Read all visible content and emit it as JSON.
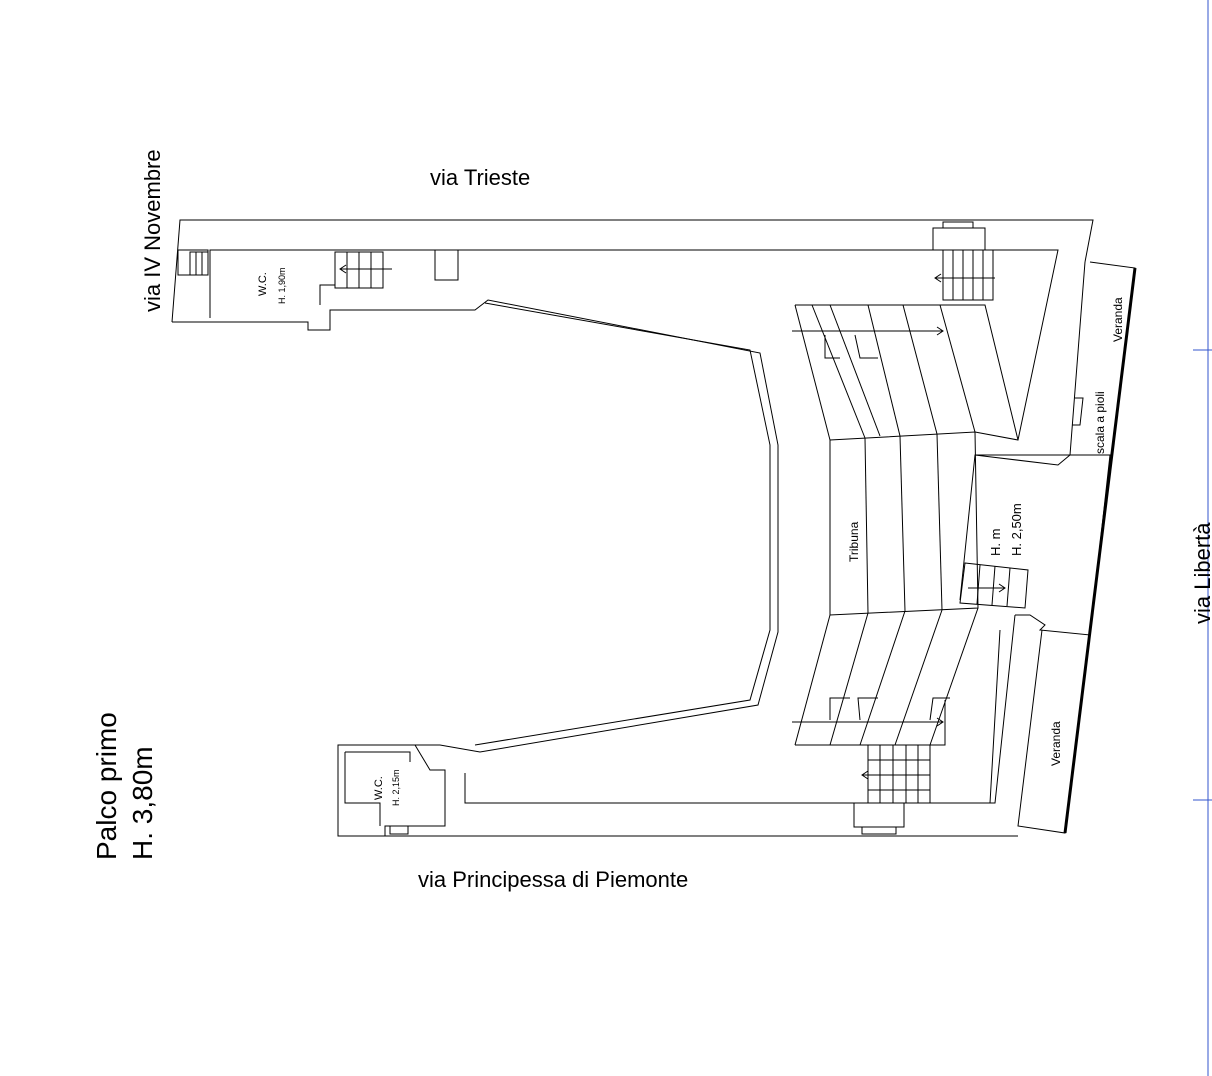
{
  "streets": {
    "top": "via Trieste",
    "left": "via IV Novembre",
    "bottom": "via Principessa di Piemonte",
    "right": "via Libertà"
  },
  "rooms": {
    "wc_top": {
      "label": "W.C.",
      "height": "H. 1,90m"
    },
    "wc_bottom": {
      "label": "W.C.",
      "height": "H. 2,15m"
    },
    "tribuna": "Tribuna",
    "veranda_top": "Veranda",
    "veranda_bottom": "Veranda",
    "scala": "scala a pioli",
    "room_height": "H. 2,50m",
    "room_height_overlap": "H. m"
  },
  "floor": {
    "name": "Palco primo",
    "height": "H. 3,80m"
  },
  "colors": {
    "ruler": "#3355cc"
  }
}
